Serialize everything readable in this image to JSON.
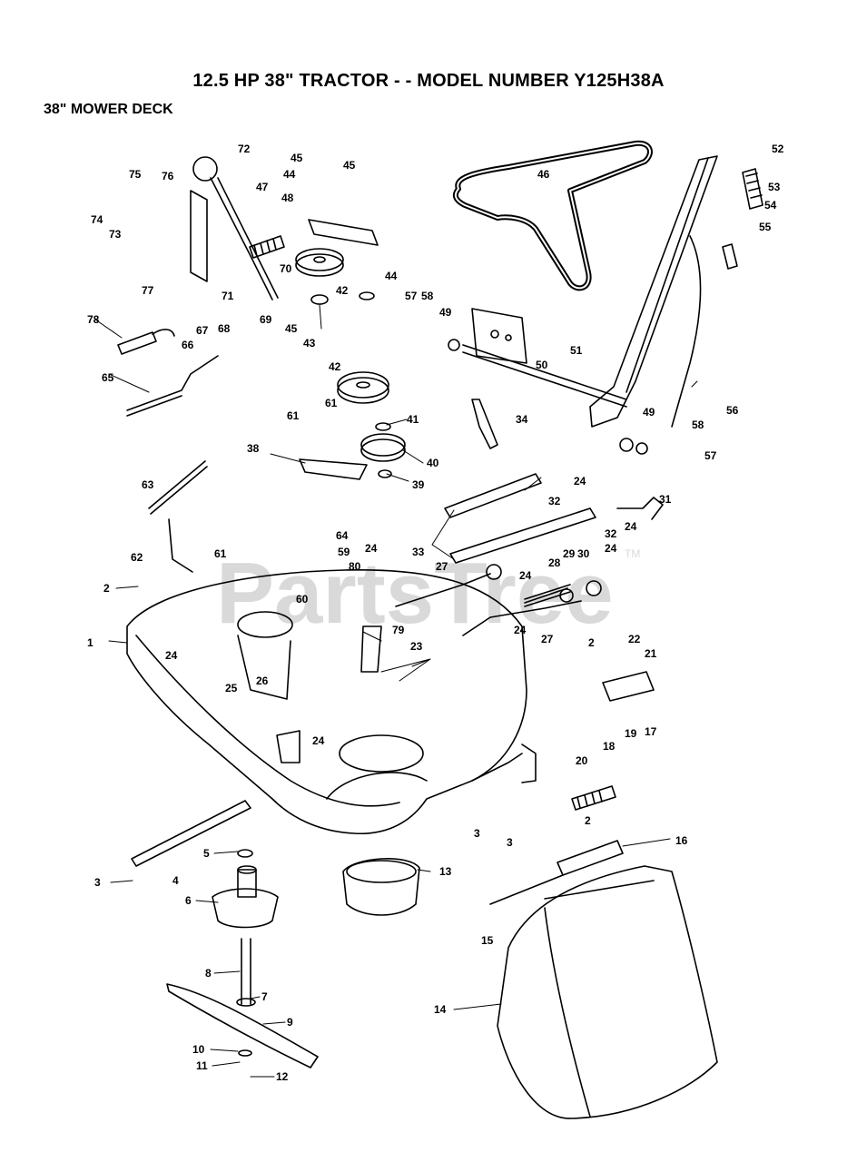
{
  "header": {
    "title": "12.5 HP 38\" TRACTOR - - MODEL NUMBER Y125H38A",
    "subtitle": "38\" MOWER DECK"
  },
  "watermark": {
    "text": "PartsTree",
    "tm": "TM"
  },
  "part_labels": [
    "1",
    "2",
    "2",
    "2",
    "3",
    "3",
    "3",
    "4",
    "5",
    "6",
    "7",
    "8",
    "9",
    "10",
    "11",
    "12",
    "13",
    "14",
    "15",
    "16",
    "17",
    "18",
    "19",
    "20",
    "21",
    "22",
    "23",
    "24",
    "24",
    "24",
    "24",
    "24",
    "24",
    "24",
    "24",
    "25",
    "26",
    "27",
    "27",
    "28",
    "29",
    "30",
    "31",
    "32",
    "32",
    "33",
    "34",
    "38",
    "39",
    "40",
    "41",
    "42",
    "42",
    "43",
    "44",
    "44",
    "45",
    "45",
    "45",
    "46",
    "47",
    "48",
    "49",
    "49",
    "50",
    "51",
    "52",
    "53",
    "54",
    "55",
    "56",
    "57",
    "57",
    "58",
    "58",
    "59",
    "60",
    "61",
    "61",
    "61",
    "62",
    "63",
    "64",
    "65",
    "66",
    "67",
    "68",
    "69",
    "70",
    "71",
    "72",
    "73",
    "74",
    "75",
    "76",
    "77",
    "78",
    "79",
    "80"
  ]
}
